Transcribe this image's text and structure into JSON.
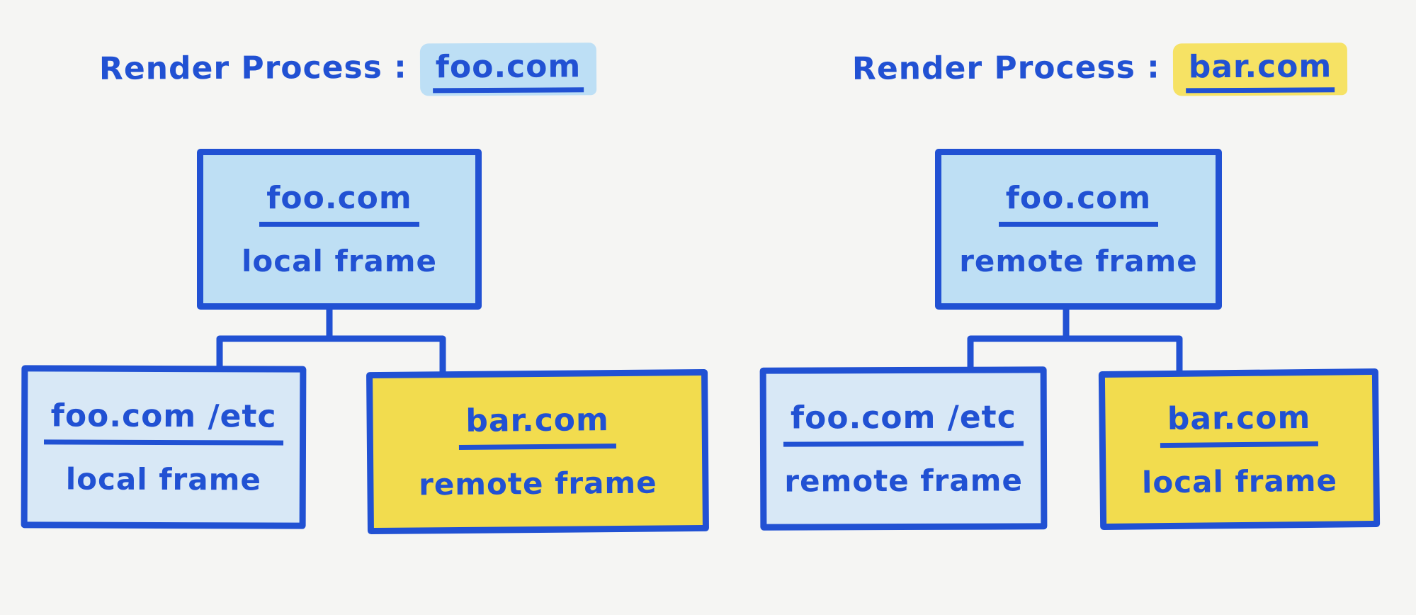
{
  "colors": {
    "ink": "#2151d3",
    "bg": "#f5f5f3",
    "blue-deep": "#bedff4",
    "blue-light": "#d8e8f6",
    "yellow": "#f2dc4e",
    "hl-blue": "#bddff5",
    "hl-yellow": "#f6e264"
  },
  "panels": [
    {
      "title_prefix": "Render Process :",
      "title_domain": "foo.com",
      "root": {
        "domain": "foo.com",
        "frame": "local frame"
      },
      "children": [
        {
          "domain": "foo.com /etc",
          "frame": "local frame"
        },
        {
          "domain": "bar.com",
          "frame": "remote frame"
        }
      ]
    },
    {
      "title_prefix": "Render Process :",
      "title_domain": "bar.com",
      "root": {
        "domain": "foo.com",
        "frame": "remote frame"
      },
      "children": [
        {
          "domain": "foo.com /etc",
          "frame": "remote frame"
        },
        {
          "domain": "bar.com",
          "frame": "local frame"
        }
      ]
    }
  ]
}
